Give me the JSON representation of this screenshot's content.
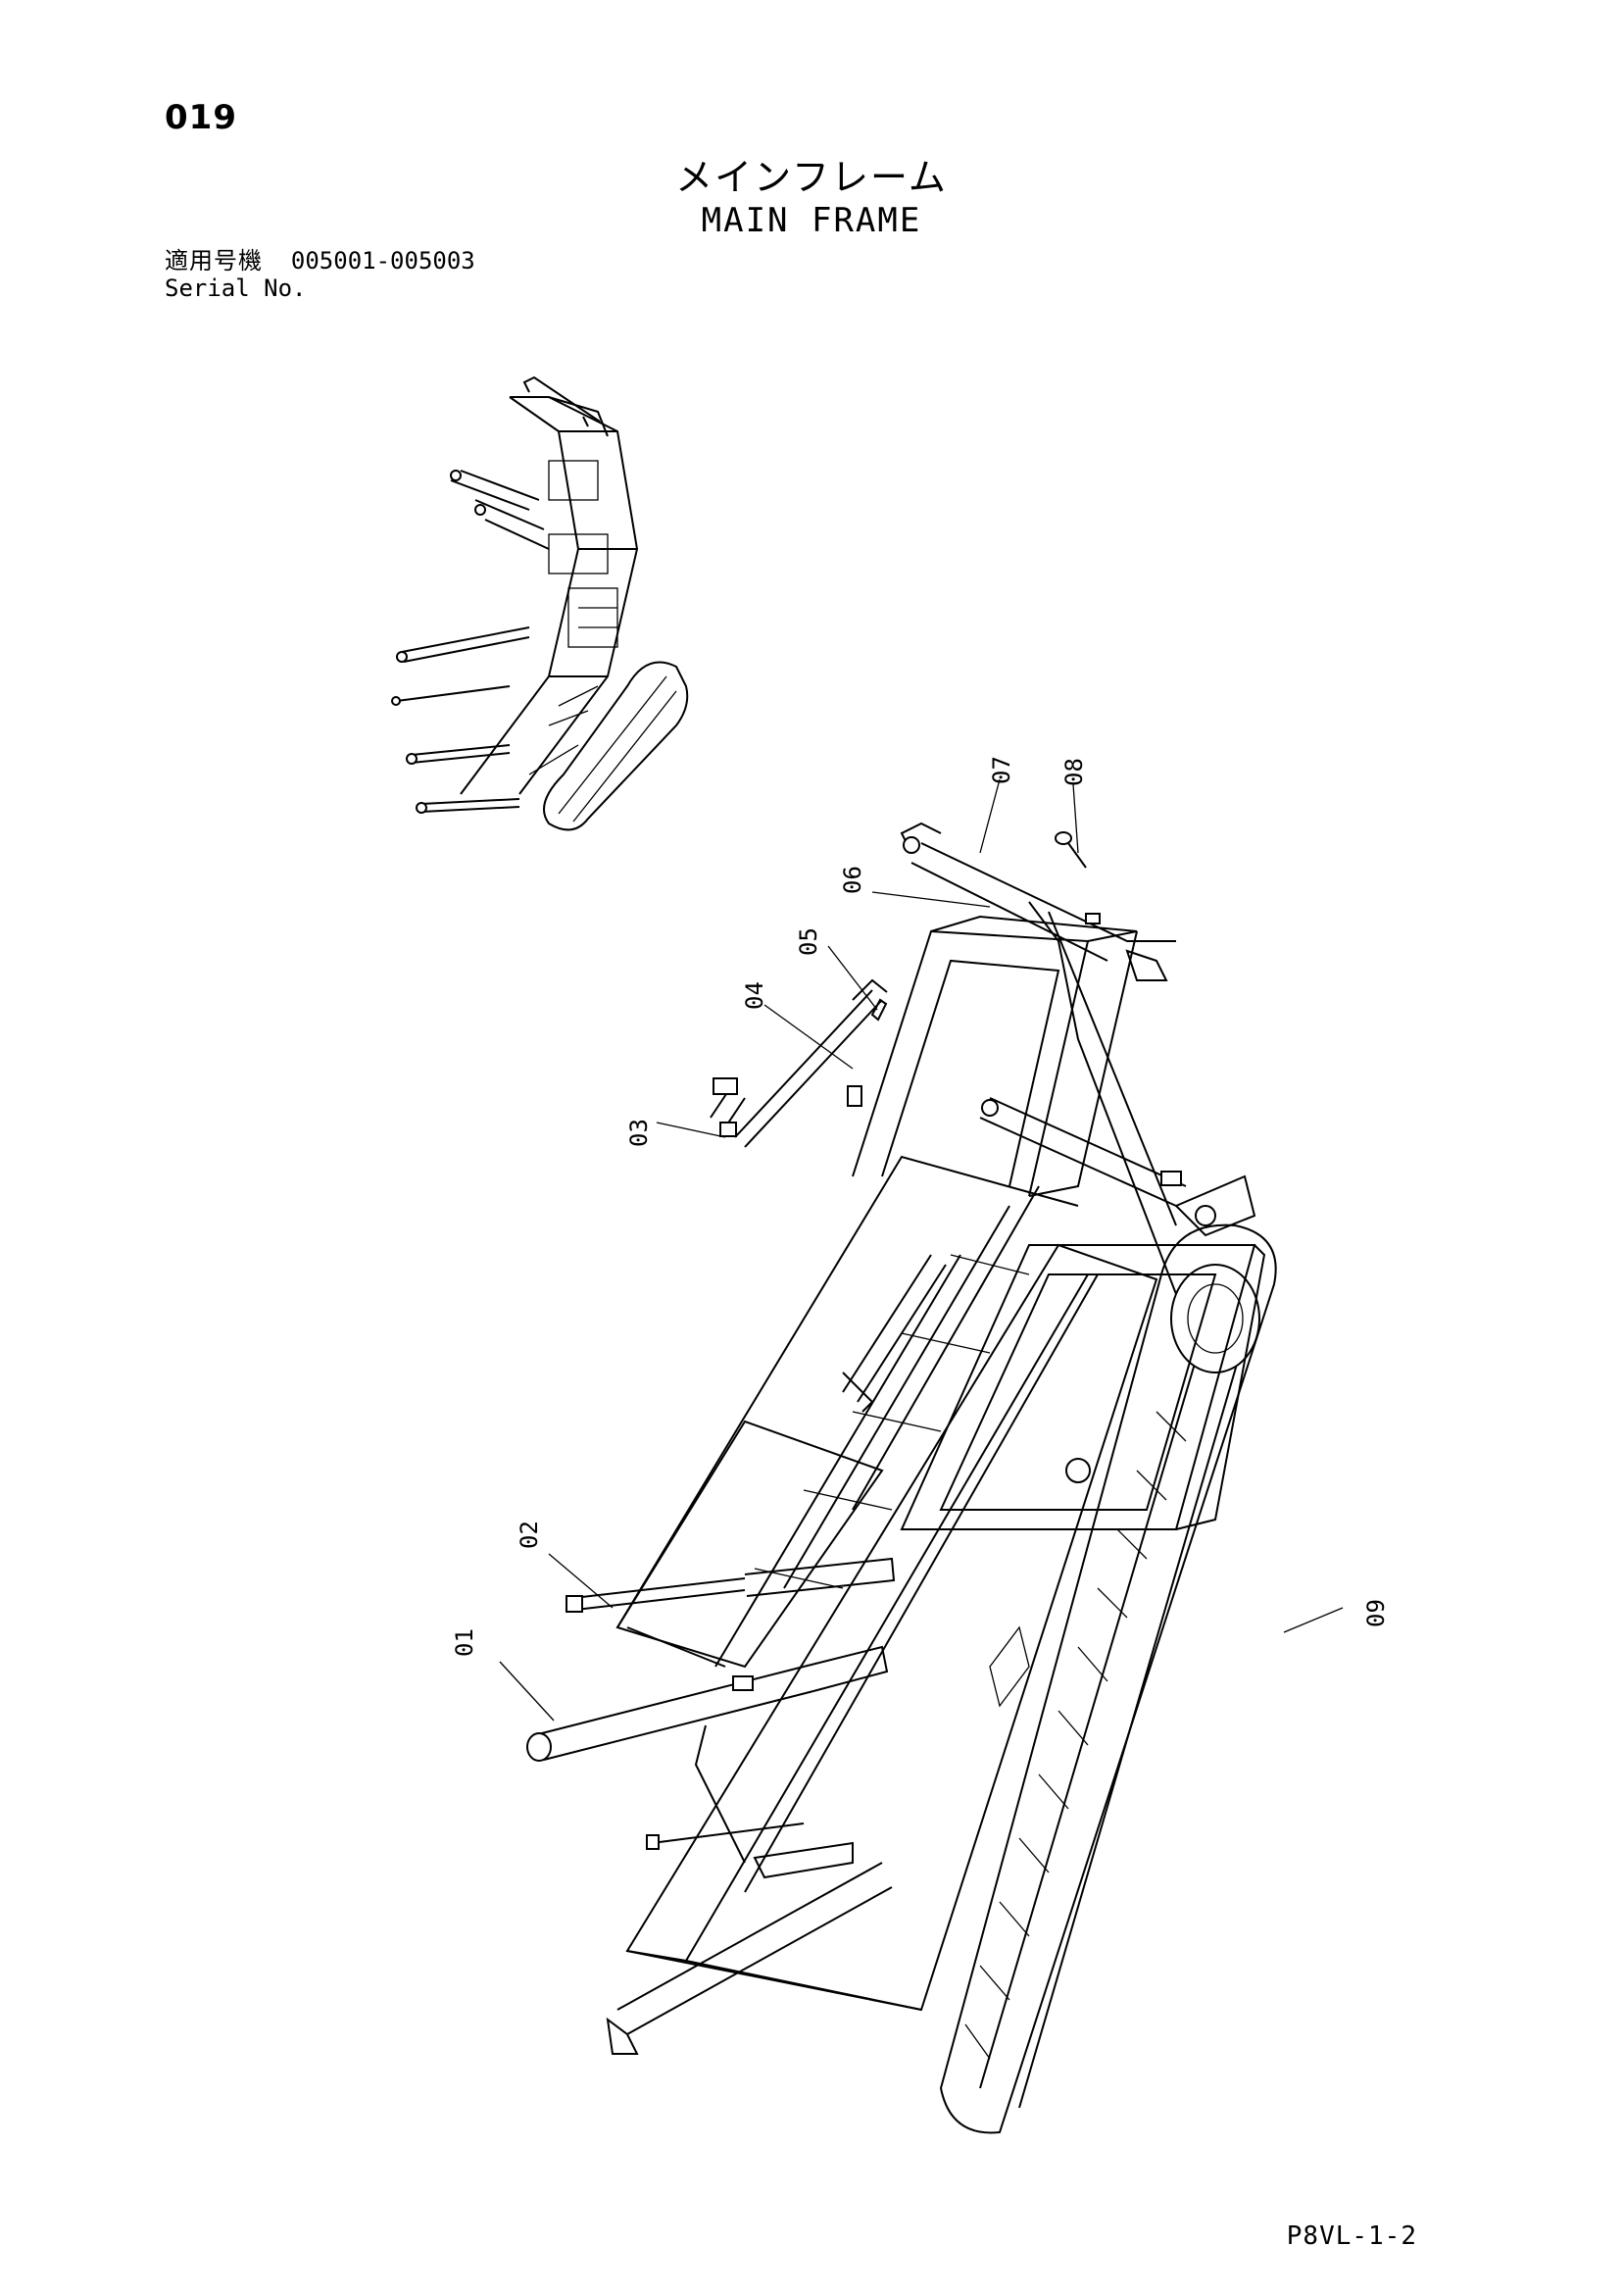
{
  "header": {
    "page_number": "019",
    "title_jp": "メインフレーム",
    "title_en": "MAIN FRAME",
    "serial_label_jp": "適用号機",
    "serial_range": "005001-005003",
    "serial_label_en": "Serial No."
  },
  "callouts": [
    {
      "id": "01",
      "label": "01"
    },
    {
      "id": "02",
      "label": "02"
    },
    {
      "id": "03",
      "label": "03"
    },
    {
      "id": "04",
      "label": "04"
    },
    {
      "id": "05",
      "label": "05"
    },
    {
      "id": "06",
      "label": "06"
    },
    {
      "id": "07",
      "label": "07"
    },
    {
      "id": "08",
      "label": "08"
    },
    {
      "id": "09",
      "label": "09"
    }
  ],
  "footer": {
    "code": "P8VL-1-2"
  }
}
